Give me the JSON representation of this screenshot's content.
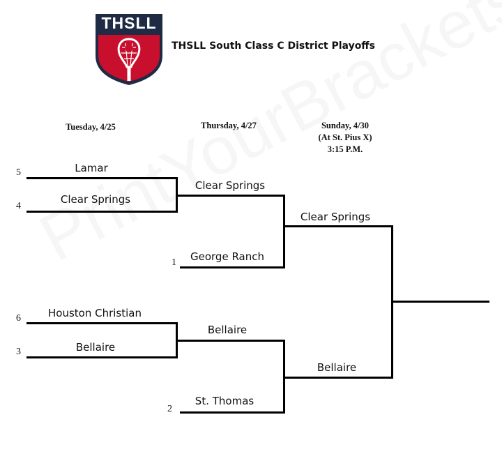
{
  "header": {
    "logo_text": "THSLL",
    "title": "THSLL South Class C District Playoffs"
  },
  "rounds": [
    {
      "label": "Tuesday, 4/25"
    },
    {
      "label": "Thursday, 4/27"
    },
    {
      "label_line1": "Sunday, 4/30",
      "label_line2": "(At St. Pius X)",
      "label_line3": "3:15 P.M."
    }
  ],
  "round1": [
    {
      "seed": "5",
      "team": "Lamar"
    },
    {
      "seed": "4",
      "team": "Clear Springs"
    },
    {
      "seed": "6",
      "team": "Houston Christian"
    },
    {
      "seed": "3",
      "team": "Bellaire"
    }
  ],
  "round2": [
    {
      "seed": "",
      "team": "Clear Springs"
    },
    {
      "seed": "1",
      "team": "George Ranch"
    },
    {
      "seed": "",
      "team": "Bellaire"
    },
    {
      "seed": "2",
      "team": "St. Thomas"
    }
  ],
  "final": [
    {
      "team": "Clear Springs"
    },
    {
      "team": "Bellaire"
    }
  ],
  "colors": {
    "logo_navy": "#1f2a44",
    "logo_red": "#c8102e",
    "logo_white": "#ffffff"
  }
}
